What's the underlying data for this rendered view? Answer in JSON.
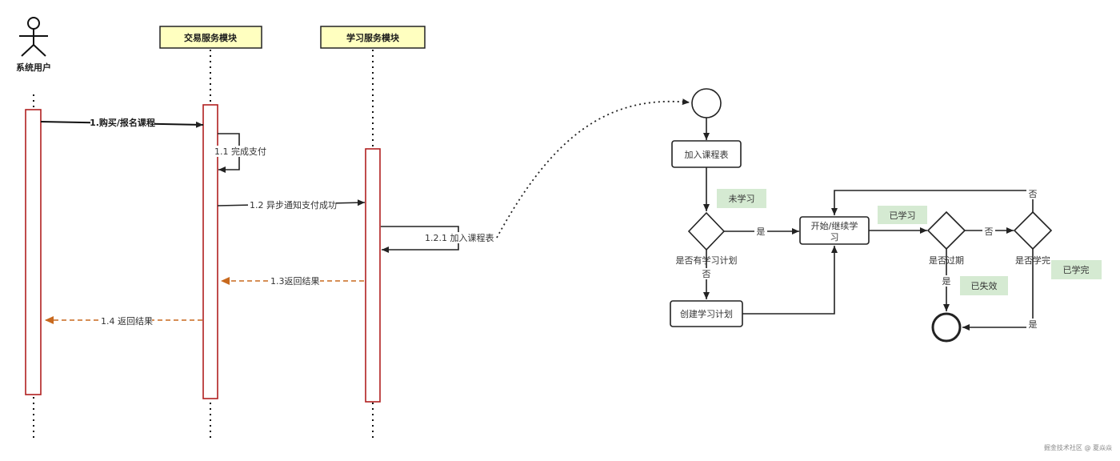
{
  "sequence": {
    "actor_label": "系统用户",
    "participants": [
      "交易服务模块",
      "学习服务模块"
    ],
    "messages": {
      "m1": "1.购买/报名课程",
      "m1_1": "1.1 完成支付",
      "m1_2": "1.2 异步通知支付成功",
      "m1_2_1": "1.2.1 加入课程表",
      "m1_3": "1.3返回结果",
      "m1_4": "1.4 返回结果"
    }
  },
  "flow": {
    "add_to_table": "加入课程表",
    "has_plan_label": "是否有学习计划",
    "create_plan": "创建学习计划",
    "start_study_line1": "开始/继续学",
    "start_study_line2": "习",
    "expired_label": "是否过期",
    "completed_label": "是否学完",
    "yes": "是",
    "no": "否",
    "tag_not_studied": "未学习",
    "tag_studied": "已学习",
    "tag_invalid": "已失效",
    "tag_completed": "已学完"
  },
  "watermark": "掘金技术社区 @ 夏焱焱",
  "colors": {
    "participant_fill": "#ffffc0",
    "activation_stroke": "#b02020",
    "return_arrow": "#c8691e",
    "tag_fill": "#d5ead2"
  }
}
